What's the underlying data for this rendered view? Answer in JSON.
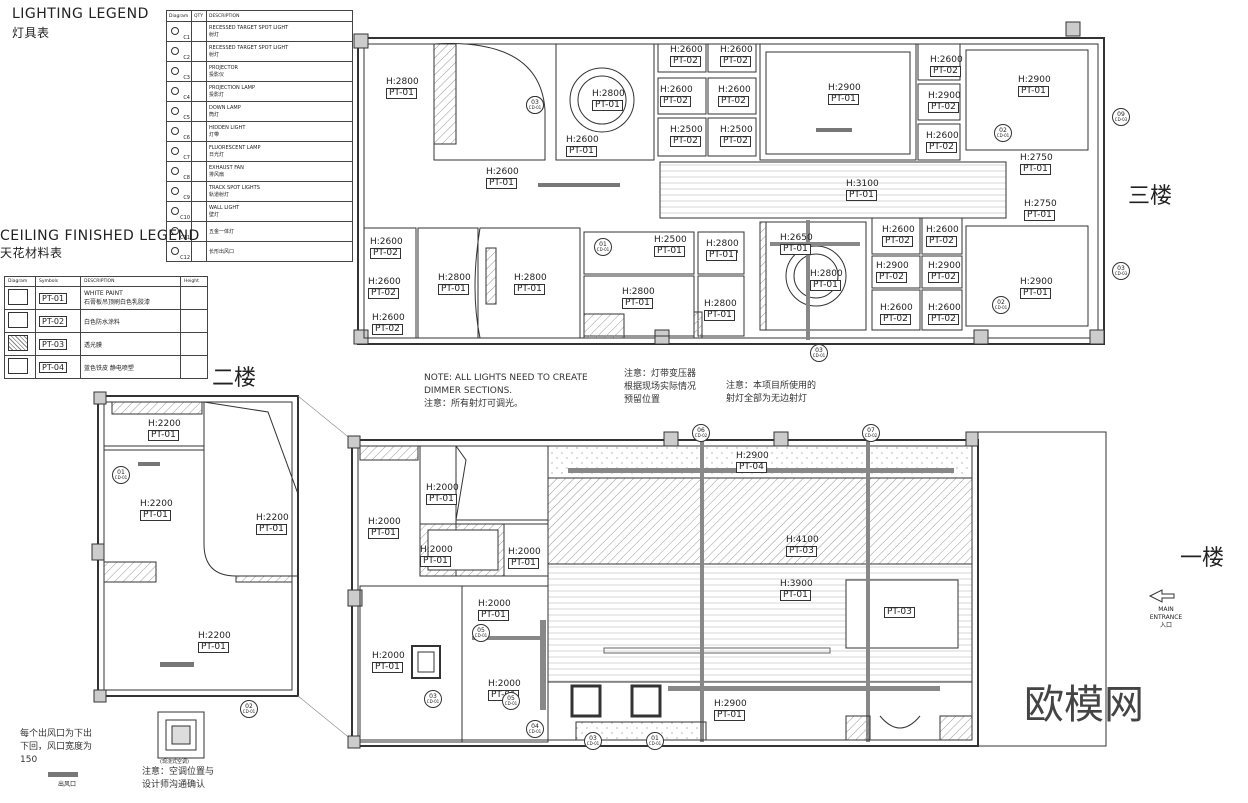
{
  "lighting_legend": {
    "title_en": "LIGHTING LEGEND",
    "title_cn": "灯具表",
    "headers": [
      "Diagram",
      "QTY",
      "DESCRIPTION"
    ],
    "items": [
      {
        "code": "C1",
        "en": "RECESSED TARGET SPOT LIGHT",
        "cn": "射灯"
      },
      {
        "code": "C2",
        "en": "RECESSED TARGET SPOT LIGHT",
        "cn": "射灯"
      },
      {
        "code": "C3",
        "en": "PROJECTOR",
        "cn": "投影仪"
      },
      {
        "code": "C4",
        "en": "PROJECTION LAMP",
        "cn": "投影灯"
      },
      {
        "code": "C5",
        "en": "DOWN LAMP",
        "cn": "筒灯"
      },
      {
        "code": "C6",
        "en": "HIDDEN LIGHT",
        "cn": "灯带"
      },
      {
        "code": "C7",
        "en": "FLUORESCENT LAMP",
        "cn": "日光灯"
      },
      {
        "code": "C8",
        "en": "EXHAUST FAN",
        "cn": "排风扇"
      },
      {
        "code": "C9",
        "en": "TRACK SPOT LIGHTS",
        "cn": "轨道射灯"
      },
      {
        "code": "C10",
        "en": "WALL LIGHT",
        "cn": "壁灯"
      },
      {
        "code": "C11",
        "en": "",
        "cn": "五金一体灯"
      },
      {
        "code": "C12",
        "en": "",
        "cn": "长形出风口"
      }
    ]
  },
  "ceiling_legend": {
    "title_en": "CEILING FINISHED LEGEND",
    "title_cn": "天花材料表",
    "headers": [
      "Diagram",
      "Symbols",
      "DESCRIPTION",
      "Height"
    ],
    "items": [
      {
        "code": "PT-01",
        "en": "WHITE PAINT",
        "cn": "石膏板吊顶刷白色乳胶漆",
        "pattern": "plain"
      },
      {
        "code": "PT-02",
        "en": "",
        "cn": "白色防水涂料",
        "pattern": "plain"
      },
      {
        "code": "PT-03",
        "en": "",
        "cn": "透光膜",
        "pattern": "hatch"
      },
      {
        "code": "PT-04",
        "en": "",
        "cn": "蓝色铁皮 静电喷塑",
        "pattern": "plain"
      }
    ]
  },
  "floors": {
    "third": "三楼",
    "second": "二楼",
    "first": "一楼"
  },
  "notes": {
    "dimmer_en_1": "NOTE: ALL LIGHTS NEED TO CREATE",
    "dimmer_en_2": "DIMMER SECTIONS.",
    "dimmer_cn": "注意：所有射灯可调光。",
    "transformer_1": "注意：灯带变压器",
    "transformer_2": "根据现场实际情况",
    "transformer_3": "预留位置",
    "spot_1": "注意：本项目所使用的",
    "spot_2": "射灯全部为无边射灯",
    "vent_1": "每个出风口为下出",
    "vent_2": "下回，风口宽度为",
    "vent_3": "150",
    "vent_label": "出风口",
    "detail_caption": "(现浇式空调)",
    "detail_1": "注意：空调位置与",
    "detail_2": "设计师沟通确认",
    "entrance_en": "MAIN ENTRANCE",
    "entrance_cn": "入口",
    "outlet": "出风口"
  },
  "third_floor_tags": [
    {
      "h": "H:2800",
      "p": "PT-01"
    },
    {
      "h": "H:2600",
      "p": "PT-01"
    },
    {
      "h": "H:2600",
      "p": "PT-02"
    },
    {
      "h": "H:2600",
      "p": "PT-02"
    },
    {
      "h": "H:2600",
      "p": "PT-02"
    },
    {
      "h": "H:2600",
      "p": "PT-02"
    },
    {
      "h": "H:2800",
      "p": "PT-01"
    },
    {
      "h": "H:2600",
      "p": "PT-01"
    },
    {
      "h": "H:2500",
      "p": "PT-02"
    },
    {
      "h": "H:2500",
      "p": "PT-02"
    },
    {
      "h": "H:2900",
      "p": "PT-01"
    },
    {
      "h": "H:2600",
      "p": "PT-02"
    },
    {
      "h": "H:2900",
      "p": "PT-02"
    },
    {
      "h": "H:2600",
      "p": "PT-02"
    },
    {
      "h": "H:2900",
      "p": "PT-01"
    },
    {
      "h": "H:2750",
      "p": "PT-01"
    },
    {
      "h": "H:2750",
      "p": "PT-01"
    },
    {
      "h": "H:3100",
      "p": "PT-01"
    },
    {
      "h": "H:2600",
      "p": "PT-02"
    },
    {
      "h": "H:2600",
      "p": "PT-02"
    },
    {
      "h": "H:2600",
      "p": "PT-02"
    },
    {
      "h": "H:2800",
      "p": "PT-01"
    },
    {
      "h": "H:2800",
      "p": "PT-01"
    },
    {
      "h": "H:2500",
      "p": "PT-01"
    },
    {
      "h": "H:2800",
      "p": "PT-01"
    },
    {
      "h": "H:2800",
      "p": "PT-01"
    },
    {
      "h": "H:2800",
      "p": "PT-01"
    },
    {
      "h": "H:2650",
      "p": "PT-01"
    },
    {
      "h": "H:2800",
      "p": "PT-01"
    },
    {
      "h": "H:2600",
      "p": "PT-02"
    },
    {
      "h": "H:2600",
      "p": "PT-02"
    },
    {
      "h": "H:2900",
      "p": "PT-02"
    },
    {
      "h": "H:2900",
      "p": "PT-02"
    },
    {
      "h": "H:2600",
      "p": "PT-02"
    },
    {
      "h": "H:2600",
      "p": "PT-02"
    },
    {
      "h": "H:2900",
      "p": "PT-01"
    }
  ],
  "second_floor_tags": [
    {
      "h": "H:2200",
      "p": "PT-01"
    },
    {
      "h": "H:2200",
      "p": "PT-01"
    },
    {
      "h": "H:2200",
      "p": "PT-01"
    },
    {
      "h": "H:2200",
      "p": "PT-01"
    }
  ],
  "first_floor_tags": [
    {
      "h": "H:2900",
      "p": "PT-04"
    },
    {
      "h": "H:2000",
      "p": "PT-01"
    },
    {
      "h": "H:2000",
      "p": "PT-01"
    },
    {
      "h": "H:2000",
      "p": "PT-01"
    },
    {
      "h": "H:2000",
      "p": "PT-01"
    },
    {
      "h": "H:4100",
      "p": "PT-03"
    },
    {
      "h": "H:3900",
      "p": "PT-01"
    },
    {
      "h": "",
      "p": "PT-03"
    },
    {
      "h": "H:2000",
      "p": "PT-01"
    },
    {
      "h": "H:2000",
      "p": "PT-01"
    },
    {
      "h": "H:2000",
      "p": "PT-01"
    },
    {
      "h": "H:2900",
      "p": "PT-01"
    }
  ],
  "sections": [
    {
      "n": "01",
      "r": "CD-01"
    },
    {
      "n": "03",
      "r": "CD-01"
    },
    {
      "n": "02",
      "r": "CD-01"
    },
    {
      "n": "09",
      "r": "CD-03"
    },
    {
      "n": "01",
      "r": "CD-01"
    },
    {
      "n": "02",
      "r": "CD-01"
    },
    {
      "n": "03",
      "r": "CD-01"
    },
    {
      "n": "03",
      "r": "CD-03"
    },
    {
      "n": "01",
      "r": "CD-01"
    },
    {
      "n": "02",
      "r": "CD-01"
    },
    {
      "n": "06",
      "r": "CD-02"
    },
    {
      "n": "07",
      "r": "CD-02"
    },
    {
      "n": "05",
      "r": "CD-01"
    },
    {
      "n": "04",
      "r": "CD-01"
    },
    {
      "n": "03",
      "r": "CD-01"
    },
    {
      "n": "05",
      "r": "CD-01"
    },
    {
      "n": "03",
      "r": "CD-01"
    },
    {
      "n": "01",
      "r": "CD-01"
    }
  ],
  "watermark": "欧模网",
  "colors": {
    "line": "#333333",
    "wall": "#888888",
    "hatch": "#999999"
  }
}
